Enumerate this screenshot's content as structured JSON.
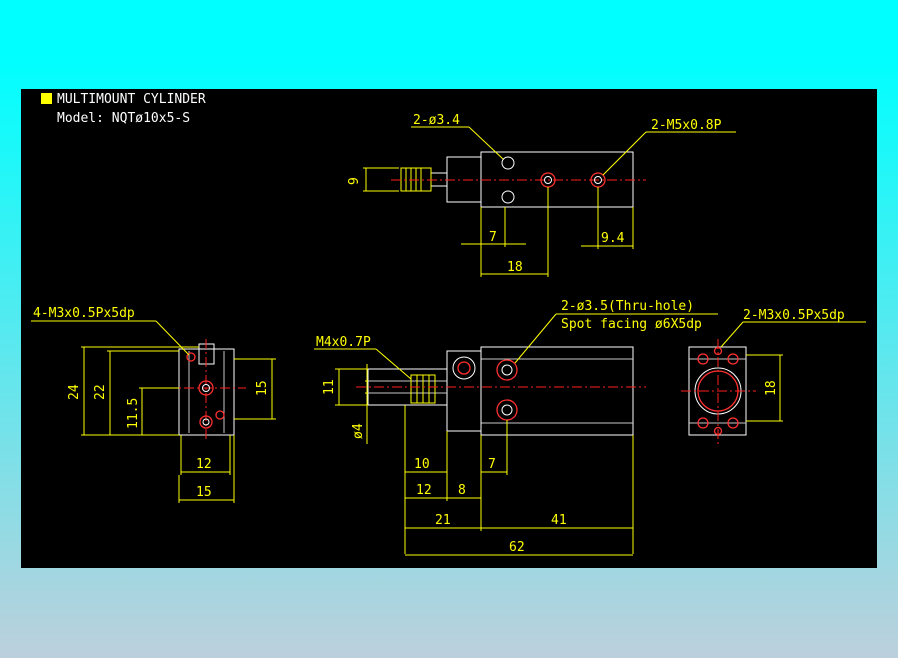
{
  "title": "MULTIMOUNT CYLINDER",
  "model": "Model: NQTø10x5-S",
  "colors": {
    "background_top": "#00ffff",
    "background_bottom": "#bcd0dc",
    "panel": "#000000",
    "dimension": "#ffff00",
    "outline": "#ffffff",
    "centerline": "#ff2020",
    "legend_square": "#ffff00"
  },
  "top_view": {
    "callout_holes": "2-ø3.4",
    "callout_ports": "2-M5x0.8P",
    "dim_height": "9",
    "dim_7": "7",
    "dim_94": "9.4",
    "dim_18": "18"
  },
  "left_view": {
    "callout": "4-M3x0.5Px5dp",
    "dim_24": "24",
    "dim_22": "22",
    "dim_115": "11.5",
    "dim_15_v": "15",
    "dim_12": "12",
    "dim_15_h": "15"
  },
  "front_view": {
    "callout_thread": "M4x0.7P",
    "callout_holes_line1": "2-ø3.5(Thru-hole)",
    "callout_holes_line2": "Spot facing ø6X5dp",
    "dim_11": "11",
    "dim_4": "ø4",
    "dim_10": "10",
    "dim_7": "7",
    "dim_12": "12",
    "dim_8": "8",
    "dim_21": "21",
    "dim_41": "41",
    "dim_62": "62"
  },
  "right_view": {
    "callout": "2-M3x0.5Px5dp",
    "dim_18": "18"
  }
}
